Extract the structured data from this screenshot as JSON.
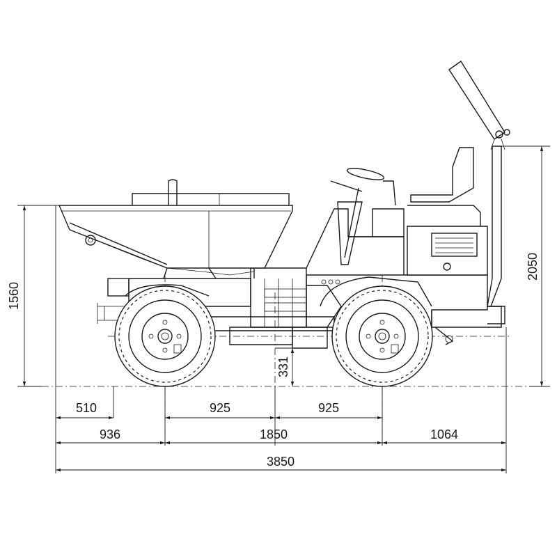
{
  "dimensions": {
    "rear_overhang_axle": "510",
    "half_wheelbase_rear": "925",
    "half_wheelbase_front": "925",
    "rear_overhang": "936",
    "wheelbase": "1850",
    "front_overhang": "1064",
    "overall_length": "3850",
    "skip_height": "1560",
    "overall_height": "2050",
    "ground_clearance": "331"
  }
}
